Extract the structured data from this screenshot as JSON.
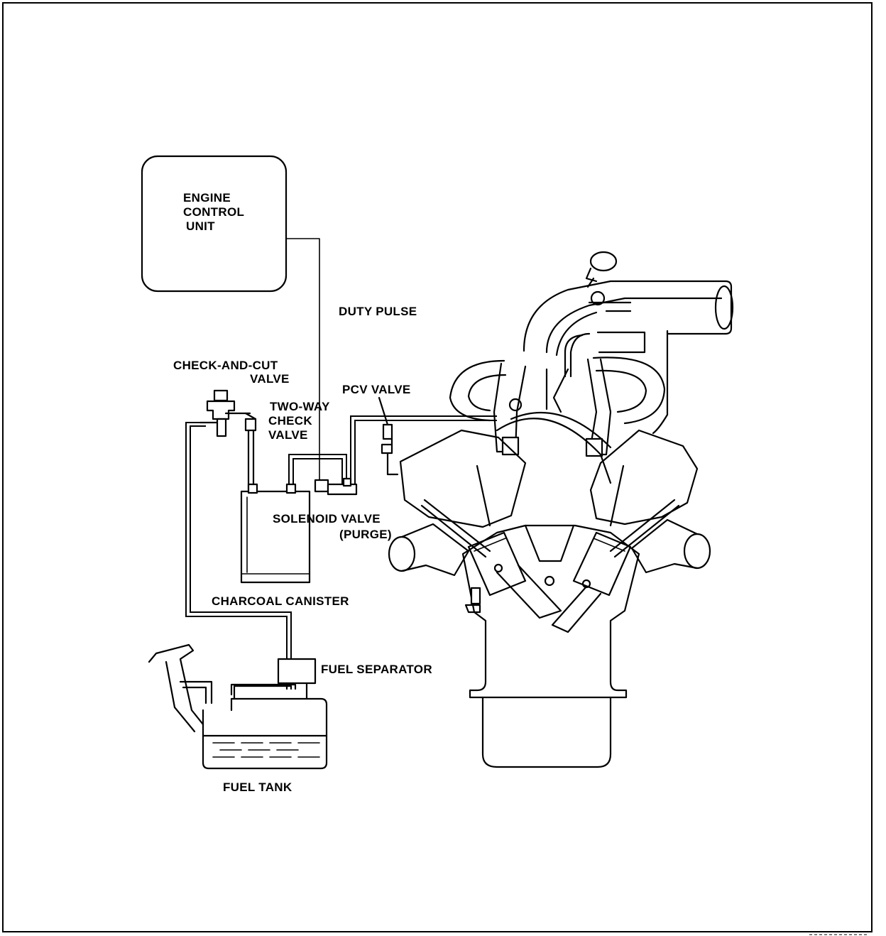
{
  "labels": {
    "ecu_line1": "ENGINE",
    "ecu_line2": "CONTROL",
    "ecu_line3": "UNIT",
    "duty_pulse": "DUTY PULSE",
    "check_cut_line1": "CHECK-AND-CUT",
    "check_cut_line2": "VALVE",
    "pcv_valve": "PCV VALVE",
    "two_way_line1": "TWO-WAY",
    "two_way_line2": "CHECK",
    "two_way_line3": "VALVE",
    "solenoid_line1": "SOLENOID VALVE",
    "solenoid_line2": "(PURGE)",
    "charcoal_canister": "CHARCOAL CANISTER",
    "fuel_separator": "FUEL SEPARATOR",
    "fuel_tank": "FUEL TANK"
  },
  "colors": {
    "ink": "#000000",
    "paper": "#ffffff"
  }
}
